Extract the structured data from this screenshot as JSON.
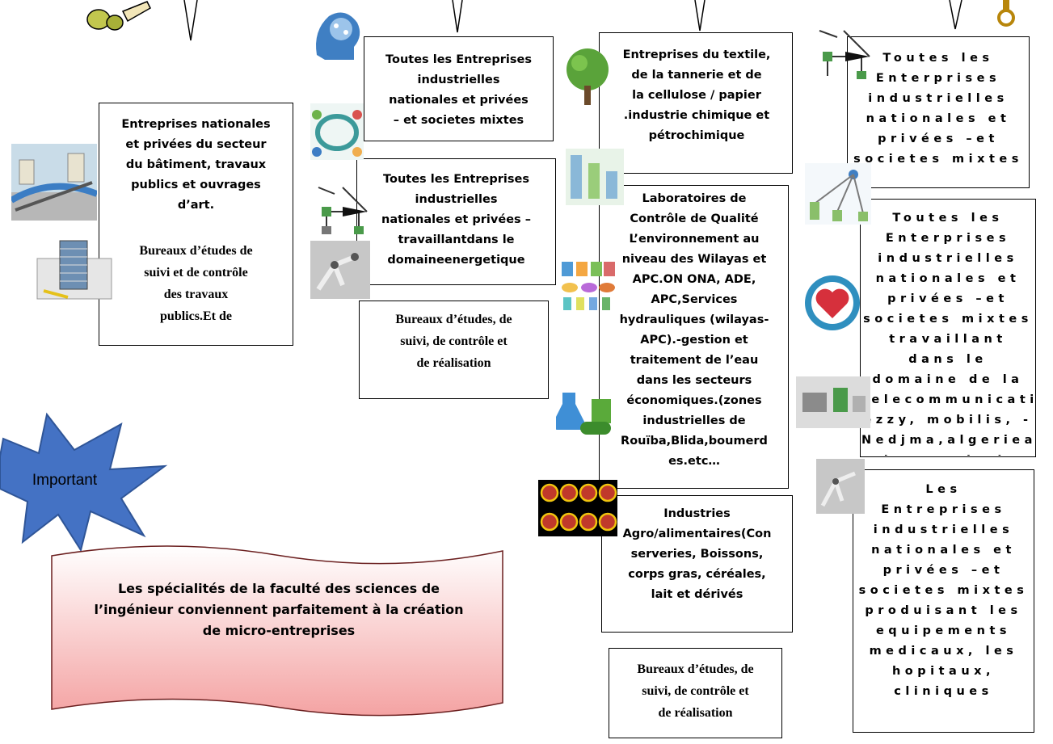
{
  "col1": {
    "entreprises_btp": "Entreprises nationales\net privées du secteur\ndu bâtiment, travaux\npublics et ouvrages\nd’art.",
    "bureaux_suivi": "Bureaux d’études de\nsuivi et de contrôle\ndes travaux\npublics.Et de"
  },
  "col2": {
    "box1": "Toutes les Entreprises\nindustrielles\nnationales et privées\n– et societes mixtes",
    "box2": "Toutes les Entreprises\nindustrielles\nnationales et privées –\ntravaillantdans le\ndomaineenergetique",
    "box3": "Bureaux d’études, de\nsuivi, de contrôle et\nde réalisation"
  },
  "col3": {
    "box1": "Entreprises du textile,\nde la tannerie et de\nla cellulose / papier\n.industrie chimique et\npétrochimique",
    "box2": "Laboratoires de\nContrôle de Qualité\nL’environnement au\nniveau    des Wilayas et\nAPC.ON     ONA, ADE,\nAPC,Services\nhydrauliques (wilayas-\nAPC).-gestion et\ntraitement de l’eau\ndans les secteurs\néconomiques.(zones\nindustrielles de\nRouïba,Blida,boumerd\nes.etc…",
    "box3": "Industries\nAgro/alimentaires(Con\nserveries,   Boissons,\ncorps gras, céréales,\nlait et dérivés",
    "box4": "Bureaux d’études, de\nsuivi, de contrôle et\nde réalisation"
  },
  "col4": {
    "box1": "Toutes les\nEnterprises\nindustrielles\nnationales et\nprivées –et\nsocietes mixtes",
    "box2": "Toutes les\nEnterprises\nindustrielles\nnationales et\nprivées –et\nsocietes mixtes\ntravaillant dans le\ndomaine de la\ntelecommunication“Dj\nezzy, mobilis, -\nNedjma,algeriealgerie\ntelecom,airalgerie",
    "box3": "Les\nEntreprises\nindustrielles\nnationales et\nprivées –et\nsocietes mixtes\nproduisant les\nequipements\nmedicaux, les\nhopitaux, cliniques"
  },
  "burst_label": "Important",
  "banner_text": "Les spécialités de la faculté des sciences de\nl’ingénieur conviennent parfaitement à la création\nde micro-entreprises",
  "colors": {
    "burst_fill": "#4472c4",
    "burst_stroke": "#2f5597",
    "banner_top": "#ffffff",
    "banner_bottom": "#f4a3a3",
    "gold": "#b8860b"
  },
  "icons": [
    "pliers-icon",
    "ring-icon",
    "brain-head-icon",
    "cycle-diagram-icon",
    "network-diagram-icon",
    "robot-arm-icon",
    "tree-globe-icon",
    "lab-chart-icon",
    "food-products-icon",
    "lab-factory-icon",
    "traffic-signs-icon",
    "city-infrastructure-icon",
    "building-plans-icon",
    "network-diagram-icon",
    "telecom-network-icon",
    "heart-gear-icon",
    "electronics-board-icon",
    "robot-arm-icon"
  ]
}
